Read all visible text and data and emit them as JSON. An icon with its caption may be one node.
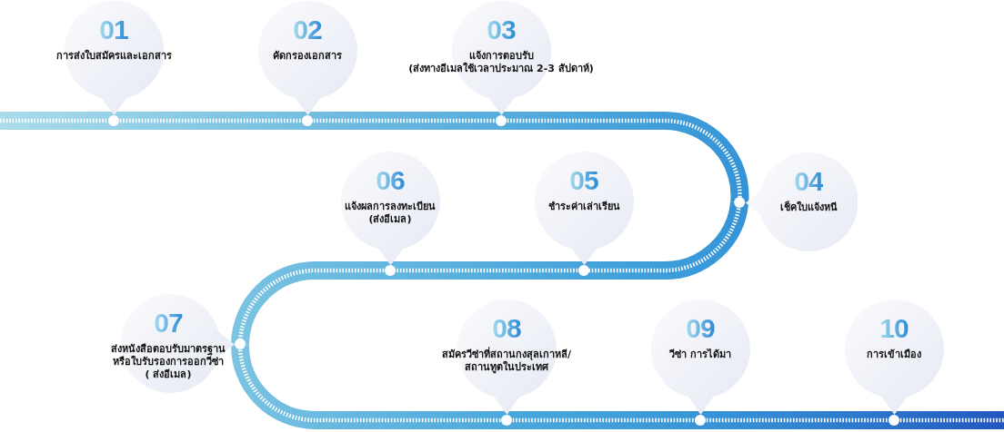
{
  "diagram": {
    "nodes": [
      {
        "text": [
          "01",
          "การส่งใบสมัครและเอกสาร"
        ]
      },
      {
        "text": [
          "02",
          "คัดกรองเอกสาร"
        ]
      },
      {
        "text": [
          "03",
          "แจ้งการตอบรับ",
          "(ส่งทางอีเมลใช้เวลาประมาณ 2-3 สัปดาห์)"
        ]
      },
      {
        "text": [
          "04",
          "เช็คใบแจ้งหนี"
        ]
      },
      {
        "text": [
          "05",
          "ชำระค่าเล่าเรียน"
        ]
      },
      {
        "text": [
          "06",
          "แจ้งผลการลงทะเบียน",
          "(ส่งอีเมล)"
        ]
      },
      {
        "text": [
          "07",
          "ส่งหนังสือตอบรับมาตรฐาน หรือใบรับรองการออกวีซ่า",
          "( ส่งอีเมล)"
        ]
      },
      {
        "text": [
          "08",
          "สมัครวีซ่าที่สถานกงสุลเกาหลี/ สถานทูตในประเทศ"
        ]
      },
      {
        "text": [
          "09",
          "วีซ่า การได้มา"
        ]
      },
      {
        "text": [
          "10",
          "การเข้าเมือง"
        ]
      }
    ],
    "edges": [
      {
        "from": null,
        "to": 0,
        "arrow": "none"
      },
      {
        "from": 0,
        "to": 1,
        "arrow": "none"
      },
      {
        "from": 1,
        "to": 2,
        "arrow": "none"
      },
      {
        "from": 2,
        "to": 3,
        "arrow": "none"
      },
      {
        "from": 3,
        "to": 4,
        "arrow": "none"
      },
      {
        "from": 4,
        "to": 5,
        "arrow": "none"
      },
      {
        "from": 5,
        "to": 6,
        "arrow": "none"
      },
      {
        "from": 6,
        "to": 7,
        "arrow": "none"
      },
      {
        "from": 7,
        "to": 8,
        "arrow": "none"
      },
      {
        "from": 8,
        "to": 9,
        "arrow": "none"
      },
      {
        "from": 9,
        "to": null,
        "arrow": "none"
      }
    ]
  }
}
